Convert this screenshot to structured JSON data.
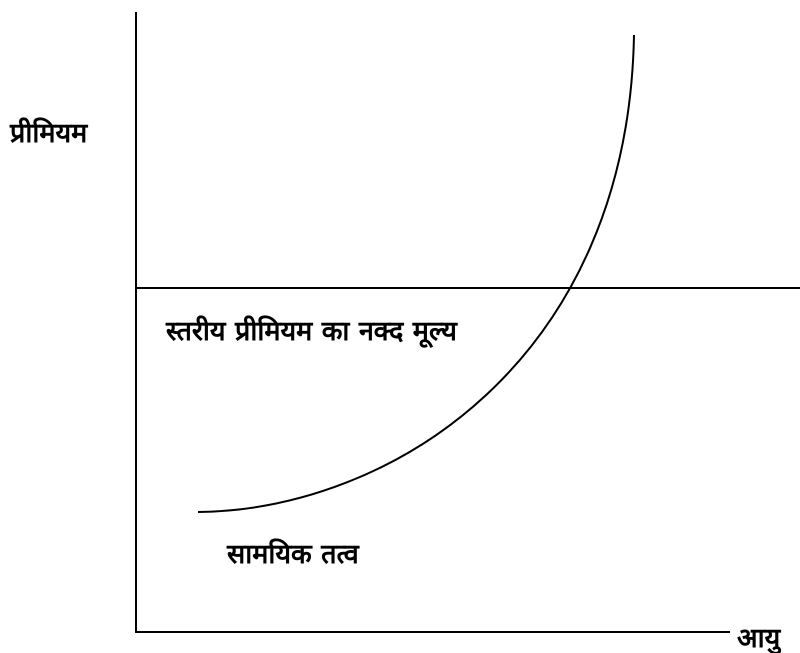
{
  "chart_data": {
    "type": "line",
    "title": "",
    "xlabel": "आयु",
    "ylabel": "प्रीमियम",
    "x_ticks": [],
    "y_ticks": [],
    "grid": false,
    "series": [
      {
        "name": "सामयिक तत्व",
        "kind": "increasing-curve",
        "shape": "rises slowly, then steeply",
        "color": "#000000"
      },
      {
        "name": "स्तरीय प्रीमियम का नक्द मूल्य",
        "kind": "horizontal-level-line",
        "color": "#000000"
      }
    ]
  }
}
